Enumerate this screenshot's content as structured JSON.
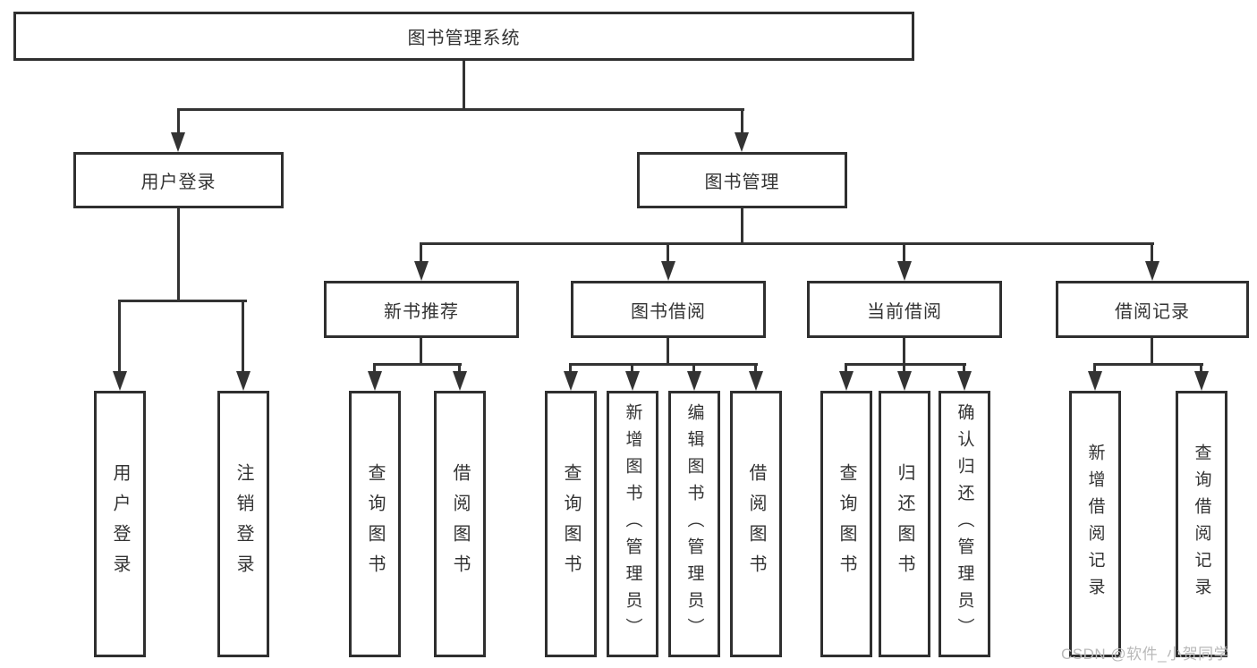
{
  "colors": {
    "line": "#333333",
    "box_border": "#2f2f2f",
    "text": "#333333",
    "background": "#ffffff",
    "watermark": "#b9b9b9"
  },
  "watermark": {
    "text": "CSDN @软件_小贺同学"
  },
  "tree": {
    "root": {
      "label": "图书管理系统"
    },
    "branches": [
      {
        "label": "用户登录",
        "children": [
          {
            "label": "用户登录"
          },
          {
            "label": "注销登录"
          }
        ]
      },
      {
        "label": "图书管理",
        "children": [
          {
            "label": "新书推荐",
            "children": [
              {
                "label": "查询图书"
              },
              {
                "label": "借阅图书"
              }
            ]
          },
          {
            "label": "图书借阅",
            "children": [
              {
                "label": "查询图书"
              },
              {
                "label": "新增图书（管理员）"
              },
              {
                "label": "编辑图书（管理员）"
              },
              {
                "label": "借阅图书"
              }
            ]
          },
          {
            "label": "当前借阅",
            "children": [
              {
                "label": "查询图书"
              },
              {
                "label": "归还图书"
              },
              {
                "label": "确认归还（管理员）"
              }
            ]
          },
          {
            "label": "借阅记录",
            "children": [
              {
                "label": "新增借阅记录"
              },
              {
                "label": "查询借阅记录"
              }
            ]
          }
        ]
      }
    ]
  }
}
